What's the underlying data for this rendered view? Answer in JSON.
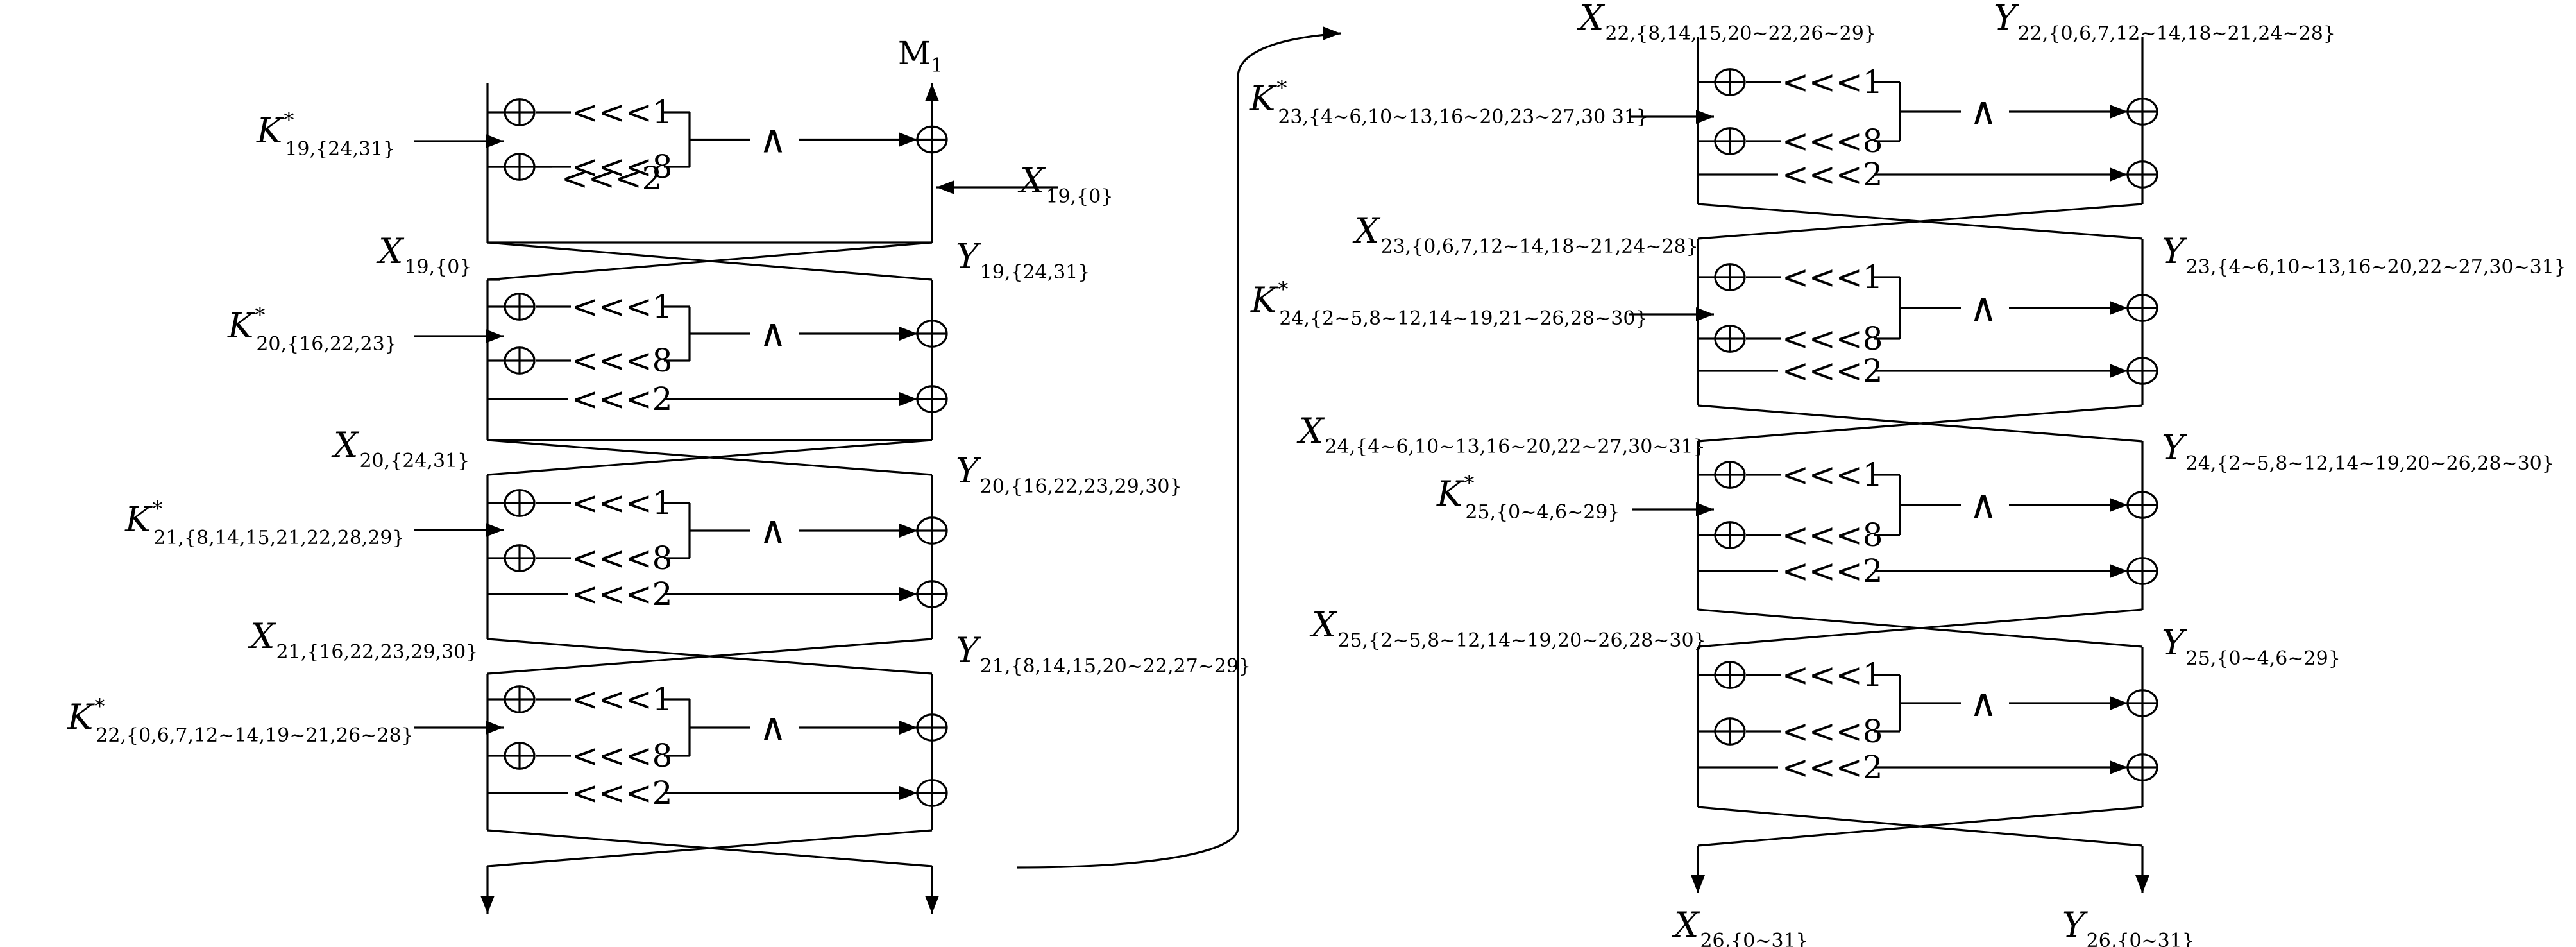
{
  "operators": {
    "rot1": "<<<1",
    "rot8": "<<<8",
    "rot2": "<<<2",
    "and": "∧"
  },
  "output_label": {
    "base": "M",
    "sub": "1"
  },
  "connector_note": "",
  "left_column": {
    "keys": [
      {
        "base": "K",
        "sup": "*",
        "sub": "19,{24,31}"
      },
      {
        "base": "K",
        "sup": "*",
        "sub": "20,{16,22,23}"
      },
      {
        "base": "K",
        "sup": "*",
        "sub": "21,{8,14,15,21,22,28,29}"
      },
      {
        "base": "K",
        "sup": "*",
        "sub": "22,{0,6,7,12~14,19~21,26~28}"
      }
    ],
    "x_input": {
      "base": "X",
      "sub": "19,{0}"
    },
    "left_labels": [
      {
        "base": "X",
        "sub": "19,{0}"
      },
      {
        "base": "X",
        "sub": "20,{24,31}"
      },
      {
        "base": "X",
        "sub": "21,{16,22,23,29,30}"
      }
    ],
    "right_labels": [
      {
        "base": "Y",
        "sub": "19,{24,31}"
      },
      {
        "base": "Y",
        "sub": "20,{16,22,23,29,30}"
      },
      {
        "base": "Y",
        "sub": "21,{8,14,15,20~22,27~29}"
      }
    ]
  },
  "right_column": {
    "top_labels": [
      {
        "base": "X",
        "sub": "22,{8,14,15,20~22,26~29}"
      },
      {
        "base": "Y",
        "sub": "22,{0,6,7,12~14,18~21,24~28}"
      }
    ],
    "keys": [
      {
        "base": "K",
        "sup": "*",
        "sub": "23,{4~6,10~13,16~20,23~27,30 31}"
      },
      {
        "base": "K",
        "sup": "*",
        "sub": "24,{2~5,8~12,14~19,21~26,28~30}"
      },
      {
        "base": "K",
        "sup": "*",
        "sub": "25,{0~4,6~29}"
      }
    ],
    "left_labels": [
      {
        "base": "X",
        "sub": "23,{0,6,7,12~14,18~21,24~28}"
      },
      {
        "base": "X",
        "sub": "24,{4~6,10~13,16~20,22~27,30~31}"
      },
      {
        "base": "X",
        "sub": "25,{2~5,8~12,14~19,20~26,28~30}"
      }
    ],
    "right_labels": [
      {
        "base": "Y",
        "sub": "23,{4~6,10~13,16~20,22~27,30~31}"
      },
      {
        "base": "Y",
        "sub": "24,{2~5,8~12,14~19,20~26,28~30}"
      },
      {
        "base": "Y",
        "sub": "25,{0~4,6~29}"
      }
    ],
    "bottom_labels": [
      {
        "base": "X",
        "sub": "26,{0~31}"
      },
      {
        "base": "Y",
        "sub": "26,{0~31}"
      }
    ]
  }
}
